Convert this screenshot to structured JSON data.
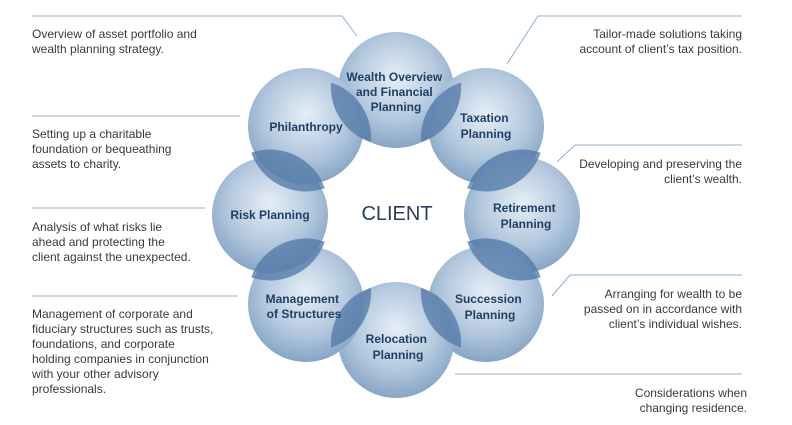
{
  "center_label": "CLIENT",
  "services": [
    {
      "id": "wealth",
      "lines": [
        "Wealth Overview",
        "and Financial",
        "Planning"
      ],
      "description": "Overview of asset portfolio and\nwealth planning strategy."
    },
    {
      "id": "taxation",
      "lines": [
        "Taxation",
        "Planning"
      ],
      "description": "Tailor-made solutions taking\naccount of client’s tax position."
    },
    {
      "id": "retirement",
      "lines": [
        "Retirement",
        "Planning"
      ],
      "description": "Developing and preserving the\nclient’s wealth."
    },
    {
      "id": "succession",
      "lines": [
        "Succession",
        "Planning"
      ],
      "description": "Arranging for wealth to be\npassed on in accordance with\nclient’s individual wishes."
    },
    {
      "id": "relocation",
      "lines": [
        "Relocation",
        "Planning"
      ],
      "description": "Considerations when\nchanging residence."
    },
    {
      "id": "structures",
      "lines": [
        "Management",
        "of Structures"
      ],
      "description": "Management of corporate and\nfiduciary structures such as trusts,\nfoundations, and corporate\nholding companies in conjunction\nwith your other advisory\nprofessionals."
    },
    {
      "id": "risk",
      "lines": [
        "Risk Planning"
      ],
      "description": "Analysis of what risks lie\nahead and protecting the\nclient against the unexpected."
    },
    {
      "id": "philanthropy",
      "lines": [
        "Philanthropy"
      ],
      "description": "Setting up a charitable\nfoundation or bequeathing\nassets to charity."
    }
  ],
  "colors": {
    "circle_light": "#dde7f1",
    "circle_mid": "#a9c1d9",
    "circle_dark": "#7f9fc0",
    "overlap": "#4f77a6",
    "label": "#1f3f66",
    "connector": "#8fb0cf",
    "text": "#3a3a3a"
  }
}
